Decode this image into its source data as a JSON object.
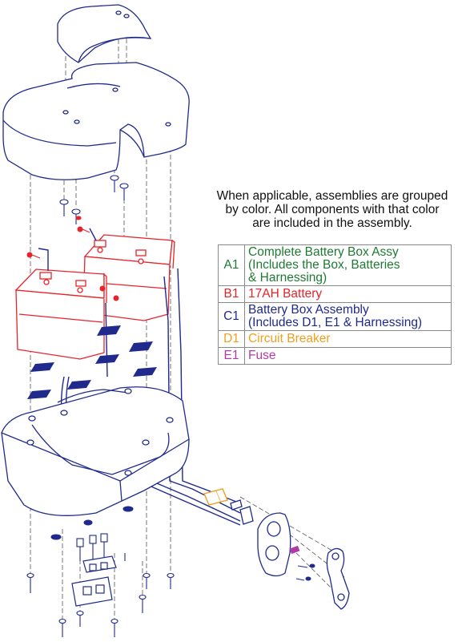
{
  "note": {
    "lines": [
      "When applicable, assemblies are grouped",
      "by color. All components with that color",
      "are included in the assembly."
    ]
  },
  "legend": [
    {
      "code": "A1",
      "color": "#1e7a32",
      "lines": [
        "Complete Battery Box Assy",
        "(Includes the Box, Batteries",
        "& Harnessing)"
      ]
    },
    {
      "code": "B1",
      "color": "#e8232a",
      "lines": [
        "17AH Battery"
      ]
    },
    {
      "code": "C1",
      "color": "#1f2a8c",
      "lines": [
        "Battery Box Assembly",
        "(Includes D1, E1 & Harnessing)"
      ]
    },
    {
      "code": "D1",
      "color": "#f0a01e",
      "lines": [
        "Circuit Breaker"
      ]
    },
    {
      "code": "E1",
      "color": "#b23aa8",
      "lines": [
        "Fuse"
      ]
    }
  ],
  "colors": {
    "outline": "#1f2a8c",
    "battery": "#e8232a",
    "breaker": "#f0a01e",
    "fuse": "#b23aa8",
    "pad": "#1f2a8c"
  }
}
